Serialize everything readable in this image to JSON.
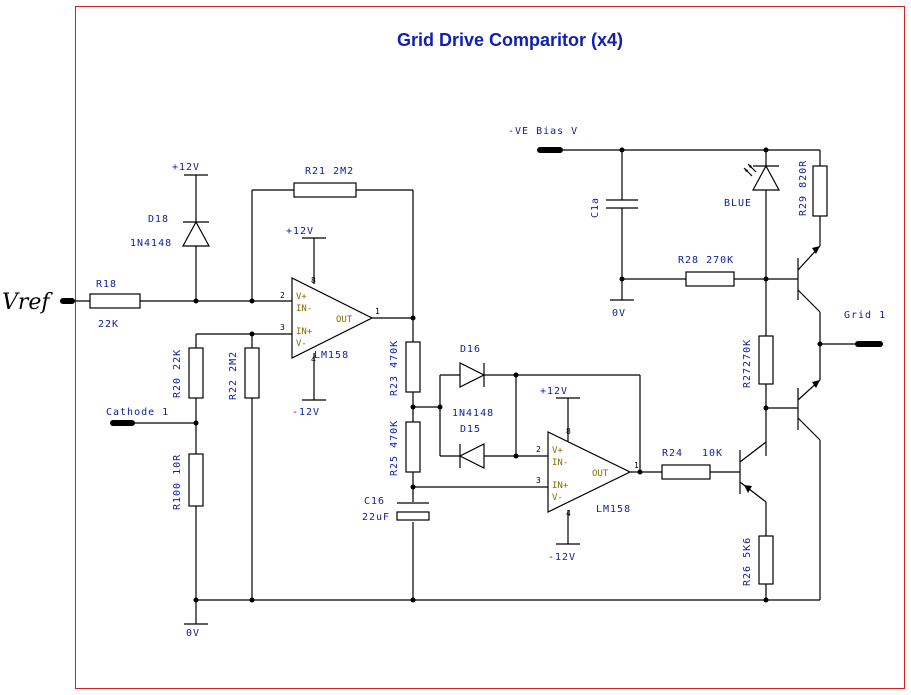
{
  "title": "Grid Drive Comparitor (x4)",
  "handwritten_label": "Vref",
  "colors": {
    "frame": "#d02020",
    "text": "#1020a0",
    "opamp_text": "#8a6a00"
  },
  "labels": {
    "plus12_top": "+12V",
    "d18": "D18",
    "d18_type": "1N4148",
    "r18": "R18",
    "r18_val": "22K",
    "r21": "R21 2M2",
    "plus12_u1": "+12V",
    "minus12_u1": "-12V",
    "u1_type": "LM158",
    "r20": "R20 22K",
    "r22": "R22 2M2",
    "cathode": "Cathode 1",
    "r100": "R100 10R",
    "gnd_left": "0V",
    "r23": "R23 470K",
    "r25": "R25 470K",
    "d16": "D16",
    "d15": "D15",
    "d15_type": "1N4148",
    "c16": "C16",
    "c16_val": "22uF",
    "plus12_u2": "+12V",
    "minus12_u2": "-12V",
    "u2_type": "LM158",
    "r24": "R24",
    "r24_val": "10K",
    "ve_bias": "-VE Bias V",
    "c1a": "C1a",
    "gnd_c1a": "0V",
    "r28": "R28 270K",
    "led": "BLUE",
    "r29": "R29 820R",
    "grid": "Grid 1",
    "r27": "R27270K",
    "r26": "R26 5K6"
  },
  "opamp_pins": {
    "vplus": "V+",
    "inminus": "IN-",
    "inplus": "IN+",
    "vminus": "V-",
    "out": "OUT",
    "p1": "1",
    "p2": "2",
    "p3": "3",
    "p4": "4",
    "p8": "8"
  }
}
